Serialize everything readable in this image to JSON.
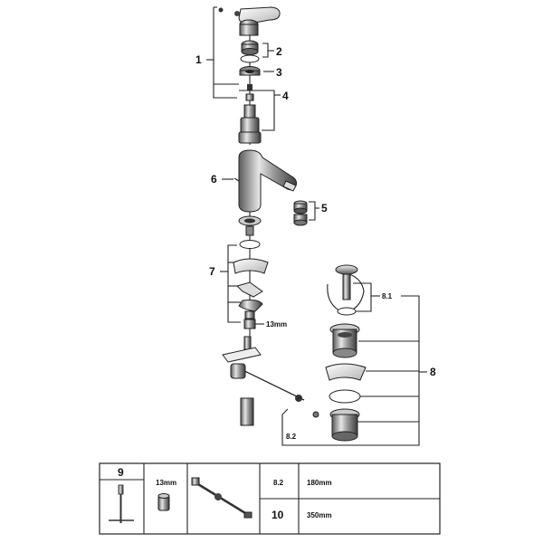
{
  "callouts": {
    "c1": "1",
    "c2": "2",
    "c3": "3",
    "c4": "4",
    "c5": "5",
    "c6": "6",
    "c7": "7",
    "c8": "8",
    "c8_1": "8.1",
    "c8_2": "8.2",
    "wrench_size": "13mm"
  },
  "table": {
    "col9_header": "9",
    "col13_label": "13mm",
    "row1_code": "8.2",
    "row1_length": "180mm",
    "row2_code": "10",
    "row2_length": "350mm"
  }
}
